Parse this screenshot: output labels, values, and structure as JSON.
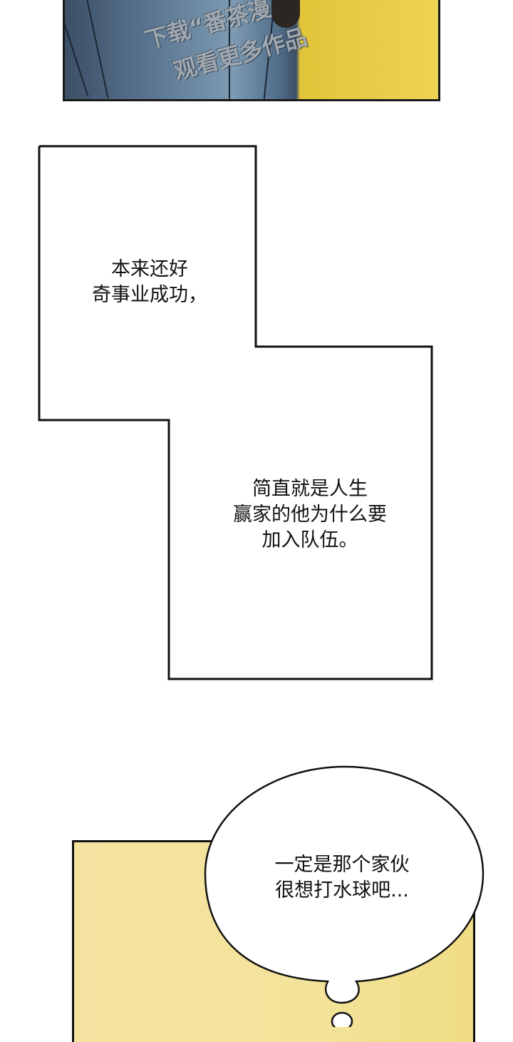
{
  "top_panel": {
    "watermark_line1": "下载“番茶漫",
    "watermark_line2": "观看更多作品",
    "colors": {
      "left_blue": "#5d7893",
      "right_yellow": "#e8cb45",
      "border": "#1a1a1a"
    }
  },
  "caption_box_1": {
    "lines": "本来还好\n奇事业成功，"
  },
  "caption_box_2": {
    "lines": "简直就是人生\n赢家的他为什么要\n加入队伍。"
  },
  "thought_bubble": {
    "lines": "一定是那个家伙\n很想打水球吧..."
  },
  "bottom_panel": {
    "colors": {
      "fill": "#f3e39a",
      "border": "#111111"
    }
  }
}
